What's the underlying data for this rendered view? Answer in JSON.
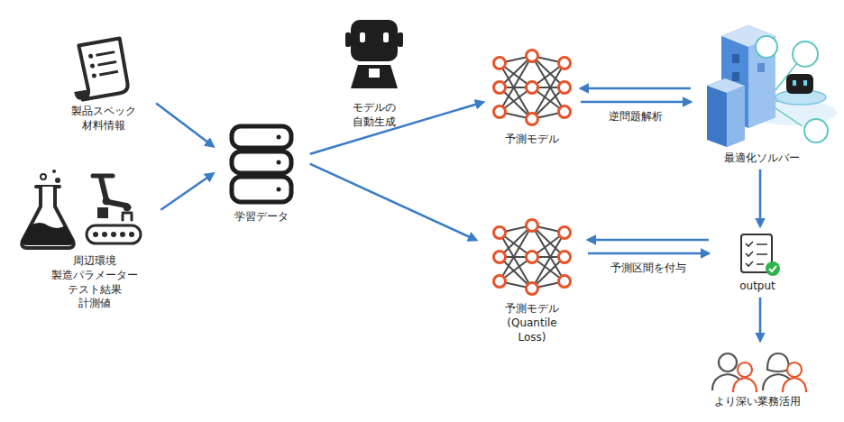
{
  "diagram": {
    "nodes": [
      {
        "text": [
          "製品スペック 材料情報"
        ]
      },
      {
        "text": [
          "周辺環境 製造パラメーター テスト結果 計測値"
        ]
      },
      {
        "text": [
          "学習データ"
        ]
      },
      {
        "text": [
          "予測モデル"
        ]
      },
      {
        "text": [
          "予測モデル (Quantile Loss)"
        ]
      },
      {
        "text": [
          "最適化ソルバー"
        ]
      },
      {
        "text": [
          "output"
        ]
      },
      {
        "text": [
          "より深い業務活用"
        ]
      }
    ],
    "edges": [
      {
        "from": 0,
        "to": 2,
        "arrow": "to"
      },
      {
        "from": 1,
        "to": 2,
        "arrow": "to"
      },
      {
        "from": 2,
        "to": 3,
        "arrow": "to"
      },
      {
        "from": 2,
        "to": 4,
        "arrow": "to"
      },
      {
        "from": 5,
        "to": 3,
        "arrow": "to"
      },
      {
        "from": 3,
        "to": 5,
        "arrow": "to",
        "label": "逆問題解析"
      },
      {
        "from": 6,
        "to": 4,
        "arrow": "to"
      },
      {
        "from": 4,
        "to": 6,
        "arrow": "to",
        "label": "予測区間を付与"
      },
      {
        "from": 5,
        "to": 6,
        "arrow": "to"
      },
      {
        "from": 6,
        "to": 7,
        "arrow": "to"
      }
    ],
    "labels": [
      "モデルの 自動生成"
    ]
  }
}
